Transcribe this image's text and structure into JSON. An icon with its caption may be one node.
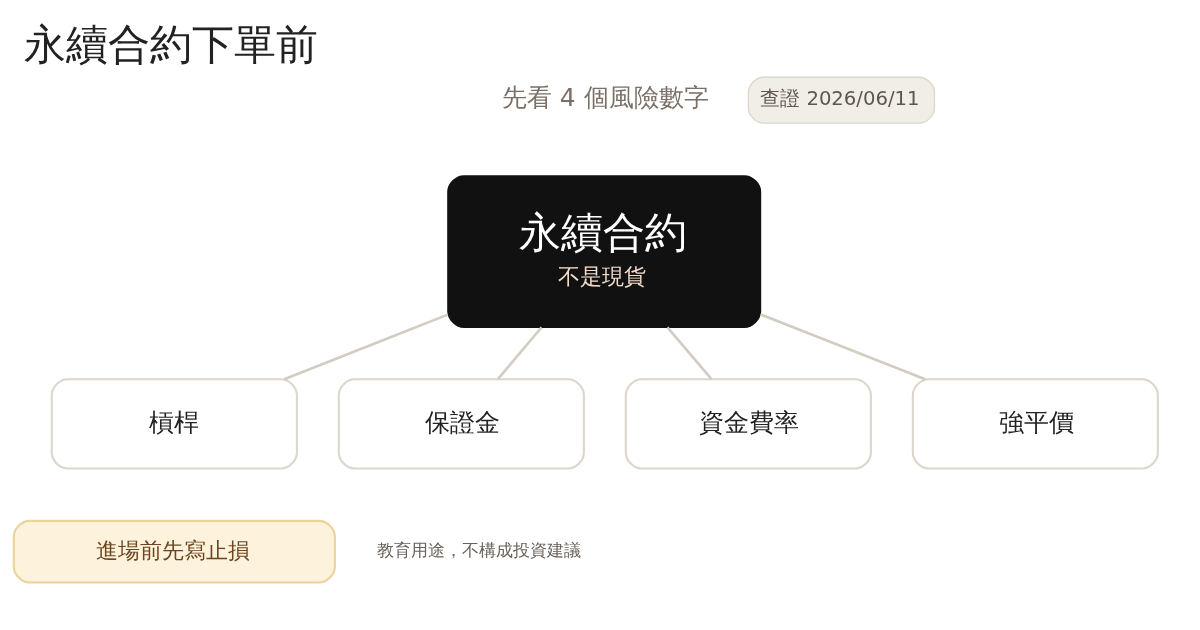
{
  "diagram": {
    "title": "永續合約下單前",
    "nodes": [
      {
        "text": [
          "永續合約",
          "不是現貨"
        ]
      },
      {
        "text": [
          "槓桿"
        ]
      },
      {
        "text": [
          "保證金"
        ]
      },
      {
        "text": [
          "資金費率"
        ]
      },
      {
        "text": [
          "強平價"
        ]
      },
      {
        "text": [
          "進場前先寫止損"
        ]
      }
    ],
    "edges": [
      {
        "from": 0,
        "to": 1,
        "arrow": "none"
      },
      {
        "from": 0,
        "to": 2,
        "arrow": "none"
      },
      {
        "from": 0,
        "to": 3,
        "arrow": "none"
      },
      {
        "from": 0,
        "to": 4,
        "arrow": "none"
      }
    ],
    "labels": [
      "查證 2026/06/11",
      "先看 4 個風險數字",
      "教育用途，不構成投資建議"
    ]
  }
}
